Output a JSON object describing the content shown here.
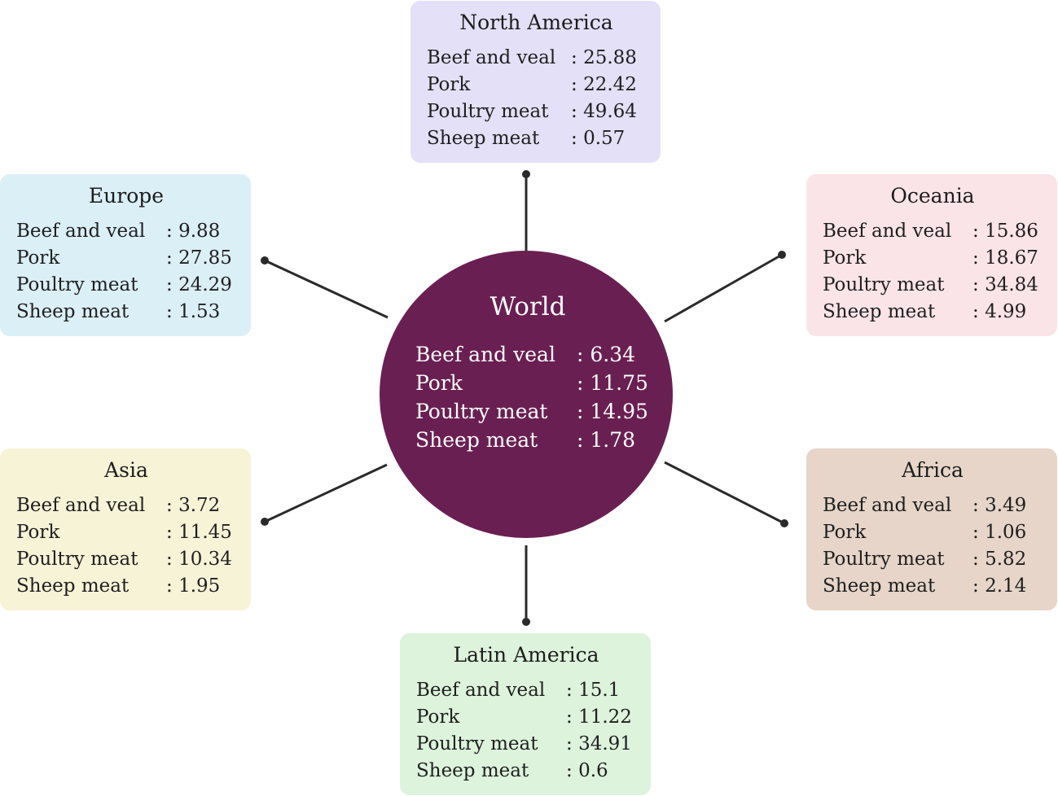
{
  "center": {
    "title": "World",
    "items": [
      {
        "label": "Beef and veal",
        "value": "6.34"
      },
      {
        "label": "Pork",
        "value": "11.75"
      },
      {
        "label": "Poultry meat",
        "value": "14.95"
      },
      {
        "label": "Sheep meat",
        "value": "1.78"
      }
    ]
  },
  "regions": {
    "north_america": {
      "title": "North America",
      "items": [
        {
          "label": "Beef and veal",
          "value": "25.88"
        },
        {
          "label": "Pork",
          "value": "22.42"
        },
        {
          "label": "Poultry meat",
          "value": "49.64"
        },
        {
          "label": "Sheep meat",
          "value": "0.57"
        }
      ]
    },
    "europe": {
      "title": "Europe",
      "items": [
        {
          "label": "Beef and veal",
          "value": "9.88"
        },
        {
          "label": "Pork",
          "value": "27.85"
        },
        {
          "label": "Poultry meat",
          "value": "24.29"
        },
        {
          "label": "Sheep meat",
          "value": "1.53"
        }
      ]
    },
    "oceania": {
      "title": "Oceania",
      "items": [
        {
          "label": "Beef and veal",
          "value": "15.86"
        },
        {
          "label": "Pork",
          "value": "18.67"
        },
        {
          "label": "Poultry meat",
          "value": "34.84"
        },
        {
          "label": "Sheep meat",
          "value": "4.99"
        }
      ]
    },
    "asia": {
      "title": "Asia",
      "items": [
        {
          "label": "Beef and veal",
          "value": "3.72"
        },
        {
          "label": "Pork",
          "value": "11.45"
        },
        {
          "label": "Poultry meat",
          "value": "10.34"
        },
        {
          "label": "Sheep meat",
          "value": "1.95"
        }
      ]
    },
    "africa": {
      "title": "Africa",
      "items": [
        {
          "label": "Beef and veal",
          "value": "3.49"
        },
        {
          "label": "Pork",
          "value": "1.06"
        },
        {
          "label": "Poultry meat",
          "value": "5.82"
        },
        {
          "label": "Sheep meat",
          "value": "2.14"
        }
      ]
    },
    "latin_america": {
      "title": "Latin America",
      "items": [
        {
          "label": "Beef and veal",
          "value": "15.1"
        },
        {
          "label": "Pork",
          "value": "11.22"
        },
        {
          "label": "Poultry meat",
          "value": "34.91"
        },
        {
          "label": "Sheep meat",
          "value": "0.6"
        }
      ]
    }
  },
  "colors": {
    "world": "#6a1f52",
    "north_america": "#e3e0f7",
    "europe": "#dbeff7",
    "oceania": "#fbe4e8",
    "asia": "#f7f3d7",
    "africa": "#e6d5c8",
    "latin_america": "#ddf3dc",
    "connector": "#2a2a2a"
  }
}
